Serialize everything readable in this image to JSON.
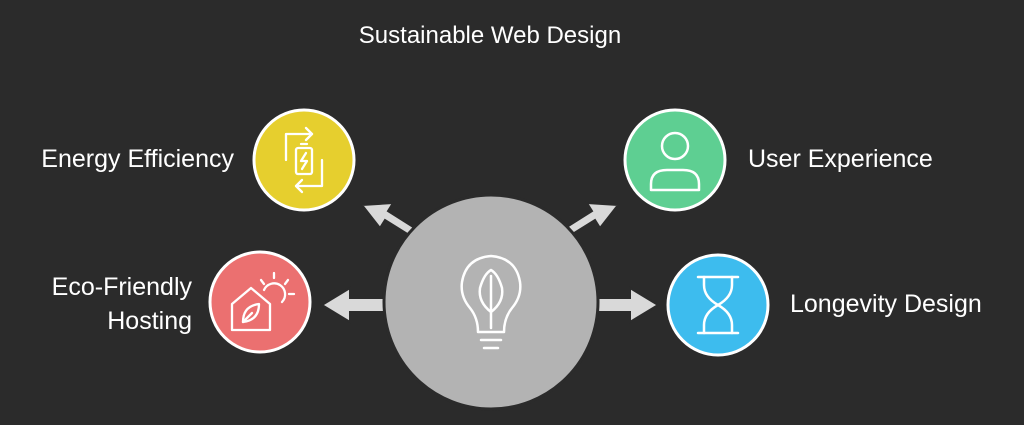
{
  "title": "Sustainable Web Design",
  "center": {
    "icon": "lightbulb-leaf-icon",
    "color": "#b3b3b3"
  },
  "nodes": [
    {
      "id": "energy-efficiency",
      "label": "Energy Efficiency",
      "icon": "battery-recycle-icon",
      "color": "#e6cf2e"
    },
    {
      "id": "eco-friendly-hosting",
      "label_lines": [
        "Eco-Friendly",
        "Hosting"
      ],
      "icon": "solar-house-icon",
      "color": "#eb7070"
    },
    {
      "id": "user-experience",
      "label": "User Experience",
      "icon": "user-icon",
      "color": "#5ecf92"
    },
    {
      "id": "longevity-design",
      "label": "Longevity Design",
      "icon": "hourglass-icon",
      "color": "#3dbcee"
    }
  ],
  "colors": {
    "background": "#2b2b2b",
    "arrow": "#d4d4d4",
    "text": "#ffffff"
  }
}
